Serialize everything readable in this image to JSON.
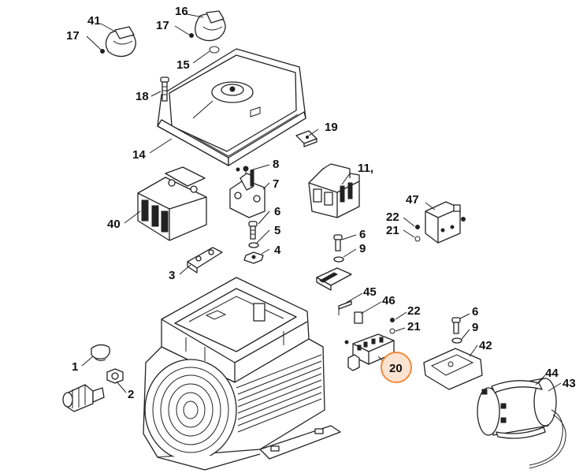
{
  "accent_color": "#f08a3c",
  "labels": {
    "l41": "41",
    "l16": "16",
    "l17a": "17",
    "l17b": "17",
    "l15": "15",
    "l18": "18",
    "l14": "14",
    "l19": "19",
    "l8": "8",
    "l7": "7",
    "l11": "11,",
    "l40": "40",
    "l47": "47",
    "l22a": "22",
    "l21a": "21",
    "l6a": "6",
    "l5": "5",
    "l4": "4",
    "l3": "3",
    "l6b": "6",
    "l9a": "9",
    "l45": "45",
    "l46": "46",
    "l22b": "22",
    "l21b": "21",
    "l20": "20",
    "l6c": "6",
    "l9b": "9",
    "l42": "42",
    "l44": "44",
    "l43": "43",
    "l1": "1",
    "l2": "2"
  }
}
